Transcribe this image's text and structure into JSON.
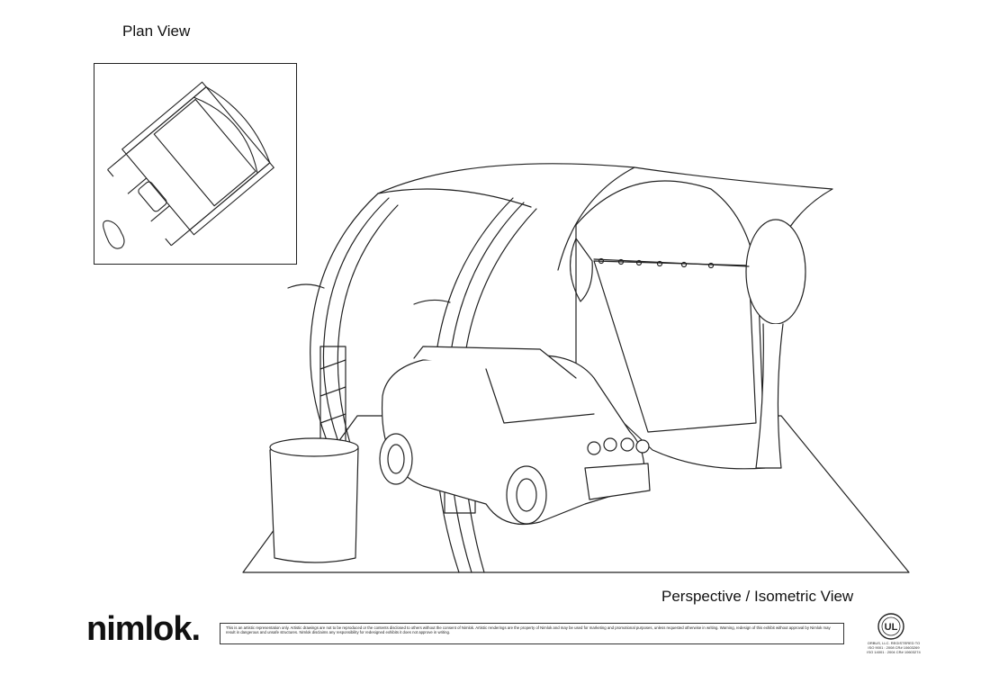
{
  "plan_view": {
    "title": "Plan View"
  },
  "perspective_view": {
    "title": "Perspective / Isometric View"
  },
  "logo": {
    "text": "nimlok."
  },
  "disclaimer": {
    "text": "This is an artistic representation only. Artistic drawings are not to be reproduced or the contents disclosed to others without the consent of Nimlok. Artistic renderings are the property of Nimlok and may be used for marketing and promotional purposes, unless requested otherwise in writing. Warning, redesign of this exhibit without approval by Nimlok may result in dangerous and unsafe structures. Nimlok disclaims any responsibility for redesigned exhibits it does not approve in writing."
  },
  "certification": {
    "mark": "UL",
    "lines": [
      "ORBUS, LLC. REGISTERED TO",
      "ISO 9001 : 2008 CR# 10603269",
      "ISO 14001 : 2004 CR# 10603274"
    ]
  },
  "colors": {
    "line": "#222222",
    "background": "#ffffff"
  }
}
